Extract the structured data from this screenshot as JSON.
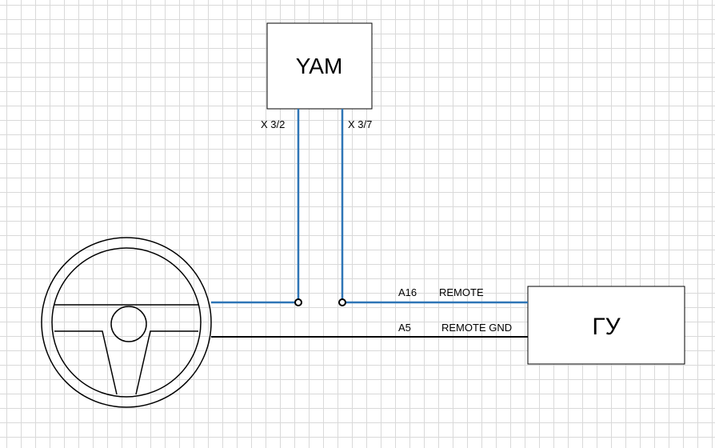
{
  "colors": {
    "blue_wire": "#2e75b6",
    "black_wire": "#000000",
    "grid": "#d9d9d9"
  },
  "yam_box": {
    "label": "YAM",
    "pin_left": "X 3/2",
    "pin_right": "X 3/7"
  },
  "gu_box": {
    "label": "ГУ"
  },
  "wires": {
    "remote": {
      "pin": "A16",
      "name": "REMOTE"
    },
    "remote_gnd": {
      "pin": "A5",
      "name": "REMOTE GND"
    }
  },
  "steering_wheel": {
    "icon": "steering-wheel-icon"
  }
}
